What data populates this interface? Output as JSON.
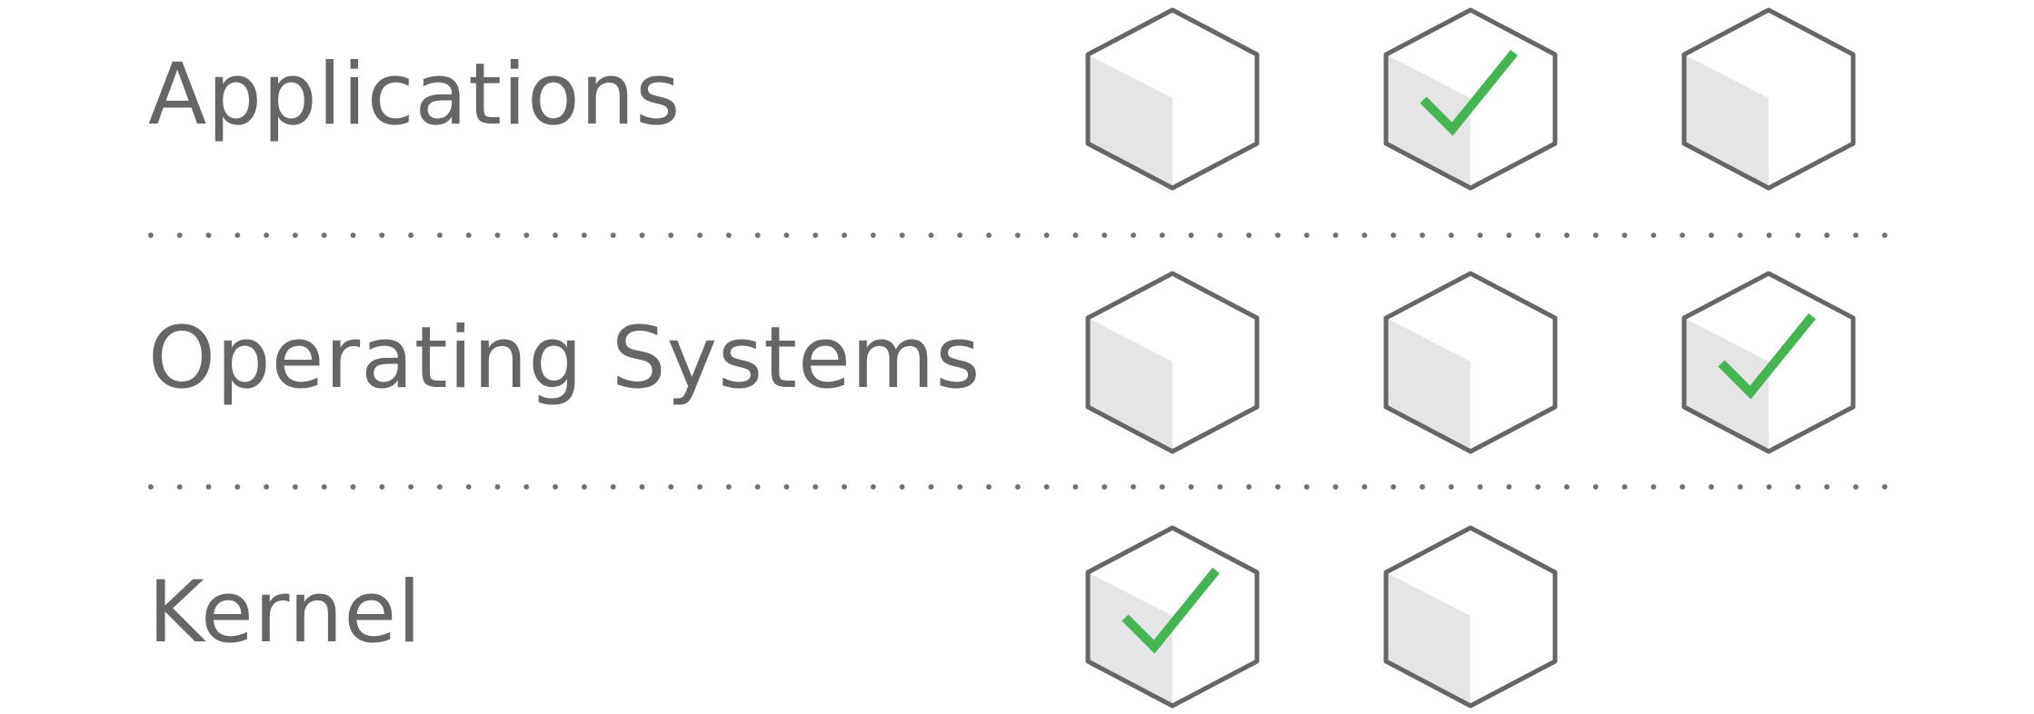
{
  "rows": [
    {
      "label": "Applications",
      "cells": [
        "empty",
        "checked",
        "empty"
      ]
    },
    {
      "label": "Operating Systems",
      "cells": [
        "empty",
        "empty",
        "checked"
      ]
    },
    {
      "label": "Kernel",
      "cells": [
        "checked",
        "empty"
      ]
    }
  ],
  "icons": {
    "cube": "hexagon-cube-icon",
    "check": "checkmark-icon"
  },
  "colors": {
    "text": "#666666",
    "outline": "#666666",
    "face": "#e5e5e5",
    "check": "#44b550",
    "dots": "#707070"
  }
}
